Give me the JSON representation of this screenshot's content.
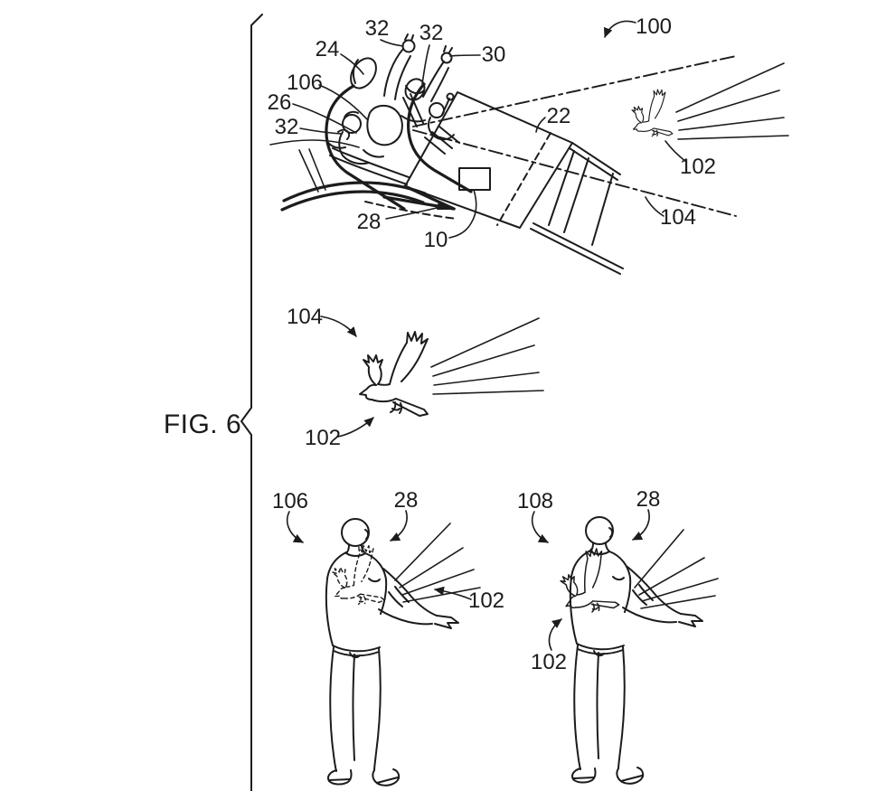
{
  "figure": {
    "caption": "FIG. 6"
  },
  "colors": {
    "ink": "#1c1c1c",
    "background": "#ffffff"
  },
  "coaster": {
    "n100": "100",
    "n24": "24",
    "n32_left_arm": "32",
    "n32_mid_arm": "32",
    "n30": "30",
    "n106": "106",
    "n26": "26",
    "n32_hand": "32",
    "n22": "22",
    "n102": "102",
    "n104": "104",
    "n28": "28",
    "n10": "10"
  },
  "bird_scene": {
    "n104": "104",
    "n102": "102"
  },
  "guest_left": {
    "n106": "106",
    "n28": "28",
    "n102": "102"
  },
  "guest_right": {
    "n108": "108",
    "n28": "28",
    "n102": "102"
  }
}
